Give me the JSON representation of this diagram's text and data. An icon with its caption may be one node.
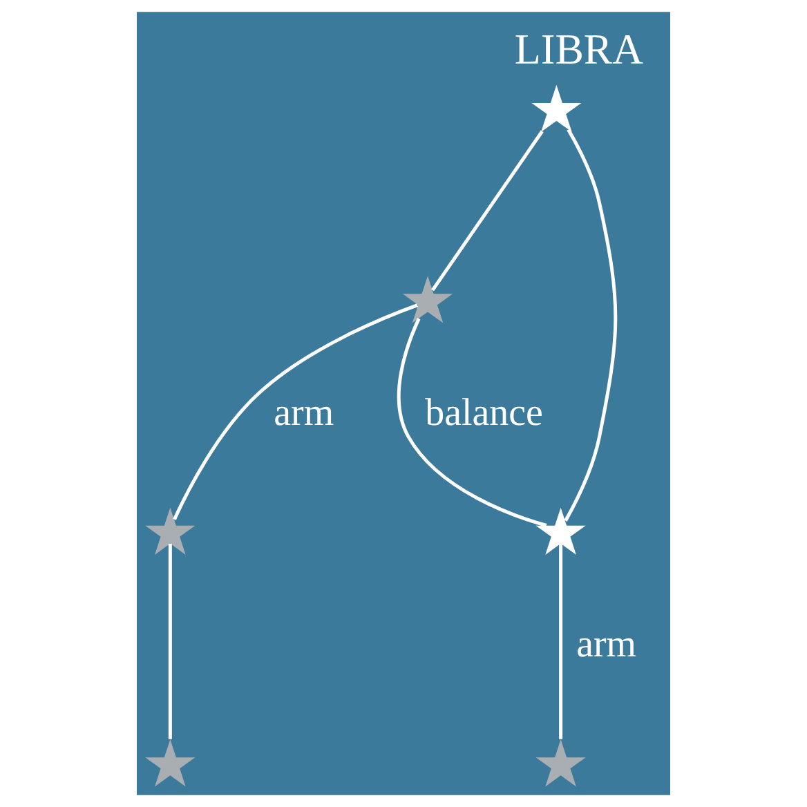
{
  "diagram": {
    "title": "LIBRA",
    "nodes": [
      {
        "text": [],
        "shape": "star"
      },
      {
        "text": [],
        "shape": "star"
      },
      {
        "text": [],
        "shape": "star"
      },
      {
        "text": [],
        "shape": "star"
      },
      {
        "text": [],
        "shape": "star"
      },
      {
        "text": [],
        "shape": "star"
      }
    ],
    "edges": [
      {
        "from": 0,
        "to": 1,
        "arrow": "none"
      },
      {
        "from": 0,
        "to": 2,
        "arrow": "none"
      },
      {
        "from": 1,
        "to": 2,
        "arrow": "none",
        "label": "balance"
      },
      {
        "from": 2,
        "to": 3,
        "arrow": "none",
        "label": "arm"
      },
      {
        "from": 1,
        "to": 4,
        "arrow": "none",
        "label": "arm"
      },
      {
        "from": 4,
        "to": 5,
        "arrow": "none"
      }
    ]
  }
}
